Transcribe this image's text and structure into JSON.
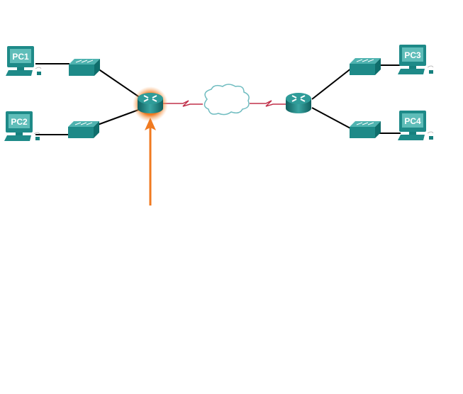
{
  "diagram": {
    "pcs": [
      {
        "label": "PC1"
      },
      {
        "label": "PC2"
      },
      {
        "label": "PC3"
      },
      {
        "label": "PC4"
      }
    ],
    "highlighted_device": "router-1",
    "colors": {
      "device": "#1e8a88",
      "device_dark": "#0f5f5e",
      "serial_link": "#c0304a",
      "ethernet_link": "#000000",
      "highlight": "#f07a20",
      "cloud": "#6fbcc0"
    }
  }
}
